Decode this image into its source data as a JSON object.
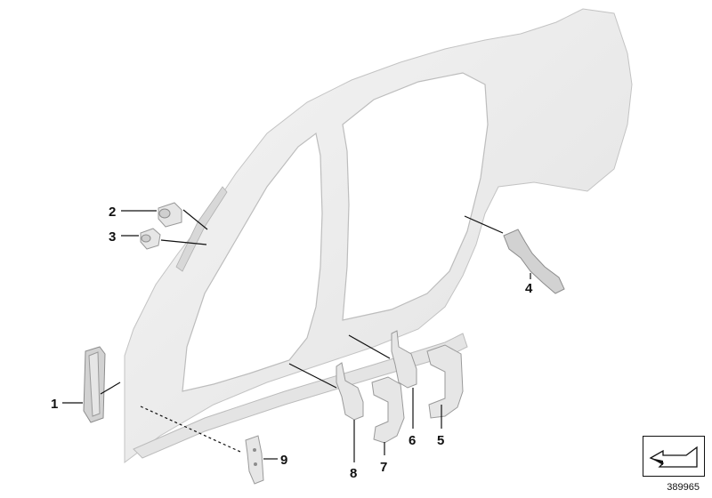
{
  "callouts": [
    {
      "id": "1",
      "label": "1"
    },
    {
      "id": "2",
      "label": "2"
    },
    {
      "id": "3",
      "label": "3"
    },
    {
      "id": "4",
      "label": "4"
    },
    {
      "id": "5",
      "label": "5"
    },
    {
      "id": "6",
      "label": "6"
    },
    {
      "id": "7",
      "label": "7"
    },
    {
      "id": "8",
      "label": "8"
    },
    {
      "id": "9",
      "label": "9"
    }
  ],
  "reference_number": "389965",
  "colors": {
    "body_panel": "#ececec",
    "panel_edge": "#b9b9b9",
    "line": "#111111"
  },
  "icons": {
    "nav": "sheet-navigation-arrow-icon"
  }
}
